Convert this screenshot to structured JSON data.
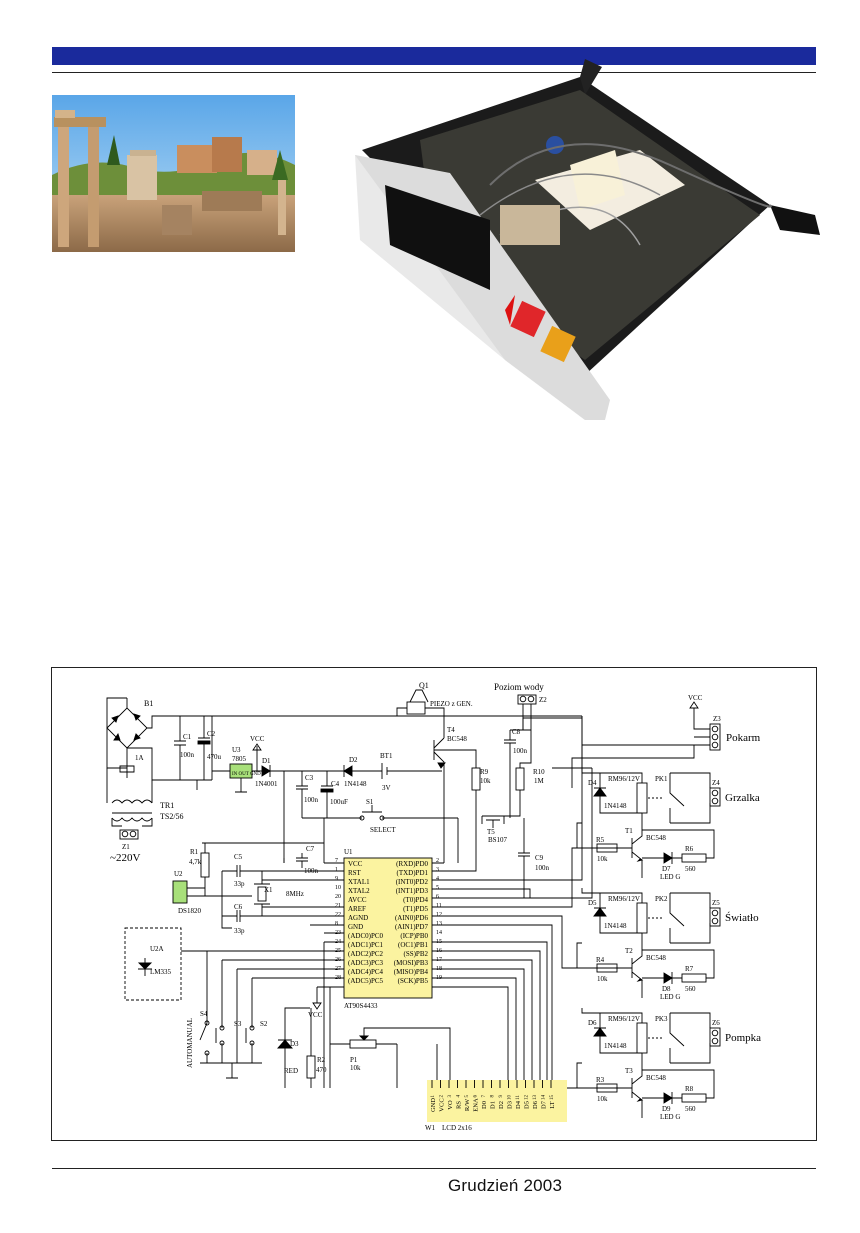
{
  "header": {
    "accent_color": "#1a2a9c"
  },
  "photos": {
    "ruins": {
      "description_icon": "roman-forum-photo"
    },
    "device": {
      "description_icon": "controller-device-photo"
    }
  },
  "schematic": {
    "power": {
      "bridge": "B1",
      "fuse": "1A",
      "c1": "C1",
      "c1v": "100n",
      "c2": "C2",
      "c2v": "470u",
      "u3": "U3",
      "u3v": "7805",
      "u3pins": "IN OUT GND",
      "vcc1": "VCC",
      "d1": "D1",
      "d1v": "1N4001",
      "c3": "C3",
      "c3v": "100n",
      "c4": "C4",
      "c4v": "100uF",
      "d2": "D2",
      "d2v": "1N4148",
      "bt1": "BT1",
      "bt1v": "3V",
      "tr1": "TR1",
      "tr1v": "TS2/56",
      "z1": "Z1",
      "mains": "~220V"
    },
    "top": {
      "q1": "Q1",
      "piezo": "PIEZO z GEN.",
      "water": "Poziom wody",
      "z2": "Z2",
      "t4": "T4",
      "t4v": "BC548",
      "c8": "C8",
      "c8v": "100n",
      "r9": "R9",
      "r9v": "10k",
      "r10": "R10",
      "r10v": "1M",
      "s1": "S1",
      "s1v": "SELECT",
      "t5": "T5",
      "t5v": "BS107",
      "c9": "C9",
      "c9v": "100n"
    },
    "mcu": {
      "u1": "U1",
      "name": "AT90S4433",
      "left_pins": [
        {
          "n": "7",
          "l": "VCC"
        },
        {
          "n": "1",
          "l": "RST"
        },
        {
          "n": "9",
          "l": "XTAL1"
        },
        {
          "n": "10",
          "l": "XTAL2"
        },
        {
          "n": "20",
          "l": "AVCC"
        },
        {
          "n": "21",
          "l": "AREF"
        },
        {
          "n": "22",
          "l": "AGND"
        },
        {
          "n": "8",
          "l": "GND"
        },
        {
          "n": "23",
          "l": "(ADC0)PC0"
        },
        {
          "n": "24",
          "l": "(ADC1)PC1"
        },
        {
          "n": "25",
          "l": "(ADC2)PC2"
        },
        {
          "n": "26",
          "l": "(ADC3)PC3"
        },
        {
          "n": "27",
          "l": "(ADC4)PC4"
        },
        {
          "n": "28",
          "l": "(ADC5)PC5"
        }
      ],
      "right_pins": [
        {
          "n": "2",
          "l": "(RXD)PD0"
        },
        {
          "n": "3",
          "l": "(TXD)PD1"
        },
        {
          "n": "4",
          "l": "(INT0)PD2"
        },
        {
          "n": "5",
          "l": "(INT1)PD3"
        },
        {
          "n": "6",
          "l": "(T0)PD4"
        },
        {
          "n": "11",
          "l": "(T1)PD5"
        },
        {
          "n": "12",
          "l": "(AIN0)PD6"
        },
        {
          "n": "13",
          "l": "(AIN1)PD7"
        },
        {
          "n": "14",
          "l": "(ICP)PB0"
        },
        {
          "n": "15",
          "l": "(OC1)PB1"
        },
        {
          "n": "16",
          "l": "(SS)PB2"
        },
        {
          "n": "17",
          "l": "(MOSI)PB3"
        },
        {
          "n": "18",
          "l": "(MISO)PB4"
        },
        {
          "n": "19",
          "l": "(SCK)PB5"
        }
      ]
    },
    "left": {
      "r1": "R1",
      "r1v": "4,7k",
      "u2": "U2",
      "u2v": "DS1820",
      "c5": "C5",
      "c5v": "33p",
      "c6": "C6",
      "c6v": "33p",
      "x1": "X1",
      "x1v": "8MHz",
      "c7": "C7",
      "c7v": "100n",
      "u2a": "U2A",
      "u2av": "LM335",
      "s4": "S4",
      "s3": "S3",
      "s2": "S2",
      "auto": "AUTOMANUAL",
      "d3": "D3",
      "d3v": "RED",
      "r2": "R2",
      "r2v": "470",
      "p1": "P1",
      "p1v": "10k",
      "vcc": "VCC"
    },
    "lcd": {
      "w1": "W1",
      "name": "LCD 2x16",
      "pins": [
        "GND",
        "VCC",
        "VO",
        "RS",
        "R/W",
        "ENA",
        "D0",
        "D1",
        "D2",
        "D3",
        "D4",
        "D5",
        "D6",
        "D7",
        "LT"
      ],
      "nums": [
        "1",
        "2",
        "3",
        "4",
        "5",
        "6",
        "7",
        "8",
        "9",
        "10",
        "11",
        "12",
        "13",
        "14",
        "15"
      ],
      "fill": "#fbf3a0"
    },
    "right": {
      "vcc": "VCC",
      "z3": "Z3",
      "pokarm": "Pokarm",
      "channels": [
        {
          "d": "D4",
          "dv": "1N4148",
          "pk": "PK1",
          "rel": "RM96/12V",
          "z": "Z4",
          "name": "Grzalka",
          "r": "R5",
          "rv": "10k",
          "t": "T1",
          "tv": "BC548",
          "led": "D7",
          "ledv": "LED G",
          "rl": "R6",
          "rlv": "560"
        },
        {
          "d": "D5",
          "dv": "1N4148",
          "pk": "PK2",
          "rel": "RM96/12V",
          "z": "Z5",
          "name": "Światło",
          "r": "R4",
          "rv": "10k",
          "t": "T2",
          "tv": "BC548",
          "led": "D8",
          "ledv": "LED G",
          "rl": "R7",
          "rlv": "560"
        },
        {
          "d": "D6",
          "dv": "1N4148",
          "pk": "PK3",
          "rel": "RM96/12V",
          "z": "Z6",
          "name": "Pompka",
          "r": "R3",
          "rv": "10k",
          "t": "T3",
          "tv": "BC548",
          "led": "D9",
          "ledv": "LED G",
          "rl": "R8",
          "rlv": "560"
        }
      ]
    }
  },
  "footer": {
    "issue": "Grudzień 2003"
  }
}
